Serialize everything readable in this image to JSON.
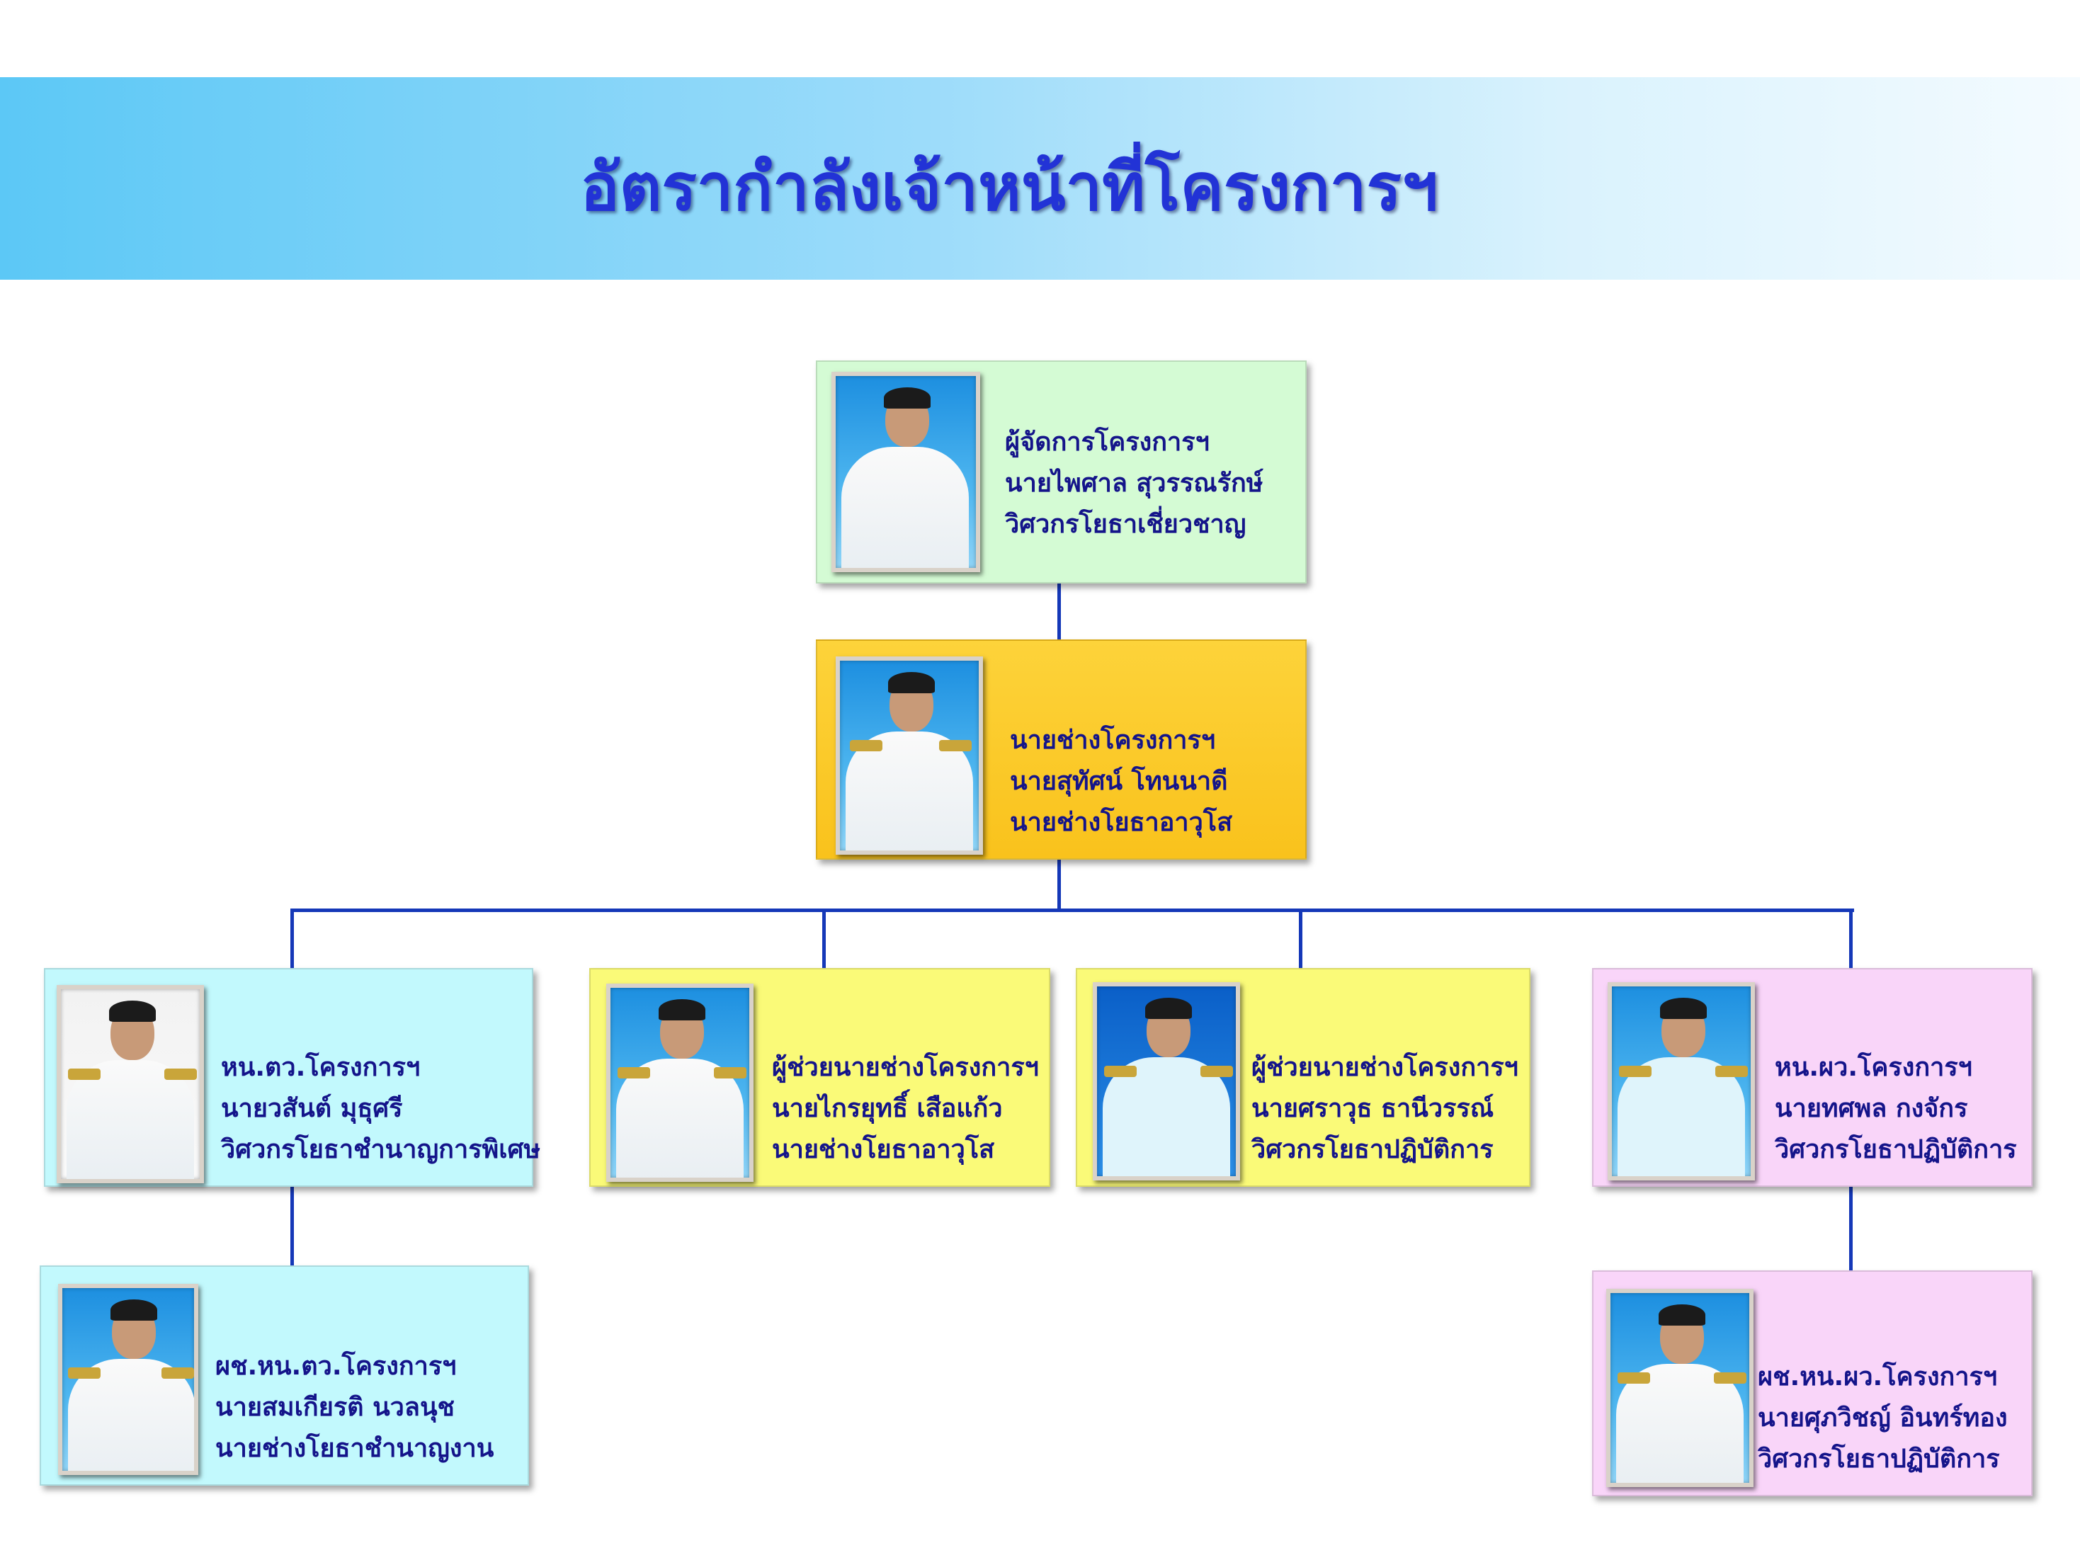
{
  "header": {
    "title": "อัตรากำลังเจ้าหน้าที่โครงการฯ"
  },
  "colors": {
    "title": "#2233d6",
    "text": "#14148a",
    "connector": "#1538b8",
    "manager_box": "#d4fbd4",
    "engineer_box": "#fcca2e",
    "left_box": "#c2f9fd",
    "assistant_box": "#fafa78",
    "right_box": "#f9d5f9"
  },
  "org": {
    "manager": {
      "position": "ผู้จัดการโครงการฯ",
      "name": "นายไพศาล   สุวรรณรักษ์",
      "rank": "วิศวกรโยธาเชี่ยวชาญ"
    },
    "chief_engineer": {
      "position": "นายช่างโครงการฯ",
      "name": "นายสุทัศน์   โทนนาดี",
      "rank": "นายช่างโยธาอาวุโส"
    },
    "level3": [
      {
        "position": "หน.ตว.โครงการฯ",
        "name": "นายวสันต์  มุธุศรี",
        "rank": "วิศวกรโยธาชำนาญการพิเศษ"
      },
      {
        "position": "ผู้ช่วยนายช่างโครงการฯ",
        "name": "นายไกรยุทธิ์  เสือแก้ว",
        "rank": "นายช่างโยธาอาวุโส"
      },
      {
        "position": "ผู้ช่วยนายช่างโครงการฯ",
        "name": "นายศราวุธ  ธานีวรรณ์",
        "rank": "วิศวกรโยธาปฏิบัติการ"
      },
      {
        "position": "หน.ผว.โครงการฯ",
        "name": "นายทศพล  กงจักร",
        "rank": "วิศวกรโยธาปฏิบัติการ"
      }
    ],
    "level4": [
      {
        "position": "ผช.หน.ตว.โครงการฯ",
        "name": "นายสมเกียรติ  นวลนุช",
        "rank": "นายช่างโยธาชำนาญงาน"
      },
      {
        "position": "ผช.หน.ผว.โครงการฯ",
        "name": "นายศุภวิชญ์  อินทร์ทอง",
        "rank": "วิศวกรโยธาปฏิบัติการ"
      }
    ]
  }
}
